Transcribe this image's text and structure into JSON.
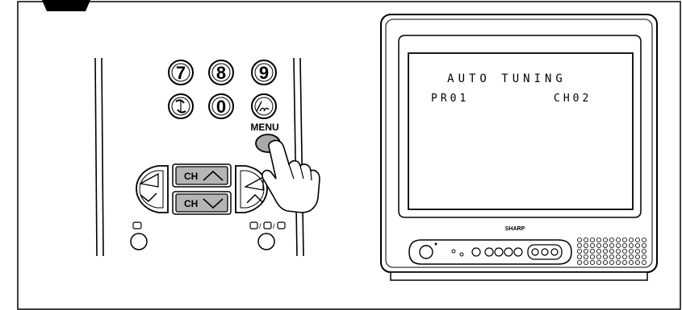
{
  "remote": {
    "keys": [
      "7",
      "8",
      "9",
      "0"
    ],
    "menu_label": "MENU",
    "ch_up_label": "CH",
    "ch_down_label": "CH"
  },
  "tv": {
    "screen_title": "AUTO TUNING",
    "screen_pr": "PR01",
    "screen_ch": "CH02",
    "brand": "SHARP"
  },
  "colors": {
    "line": "#000000",
    "panel": "#f2f2f2",
    "button_gray": "#bdbdbd"
  }
}
